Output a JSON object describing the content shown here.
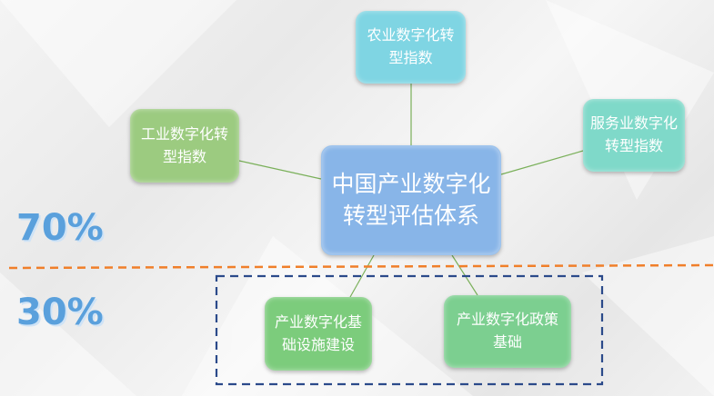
{
  "diagram": {
    "center": "中国产业数字化转型评估体系",
    "nodes": {
      "agriculture": "农业数字化转型指数",
      "service": "服务业数字化转型指数",
      "industry": "工业数字化转型指数",
      "infrastructure": "产业数字化基础设施建设",
      "policy": "产业数字化政策基础"
    },
    "weights": {
      "upper": "70%",
      "lower": "30%"
    },
    "colors": {
      "divider": "#f07f2a",
      "group_border": "#2b4a8a",
      "connector": "#7ab05a",
      "weight_text": "#5aa0dc"
    }
  }
}
